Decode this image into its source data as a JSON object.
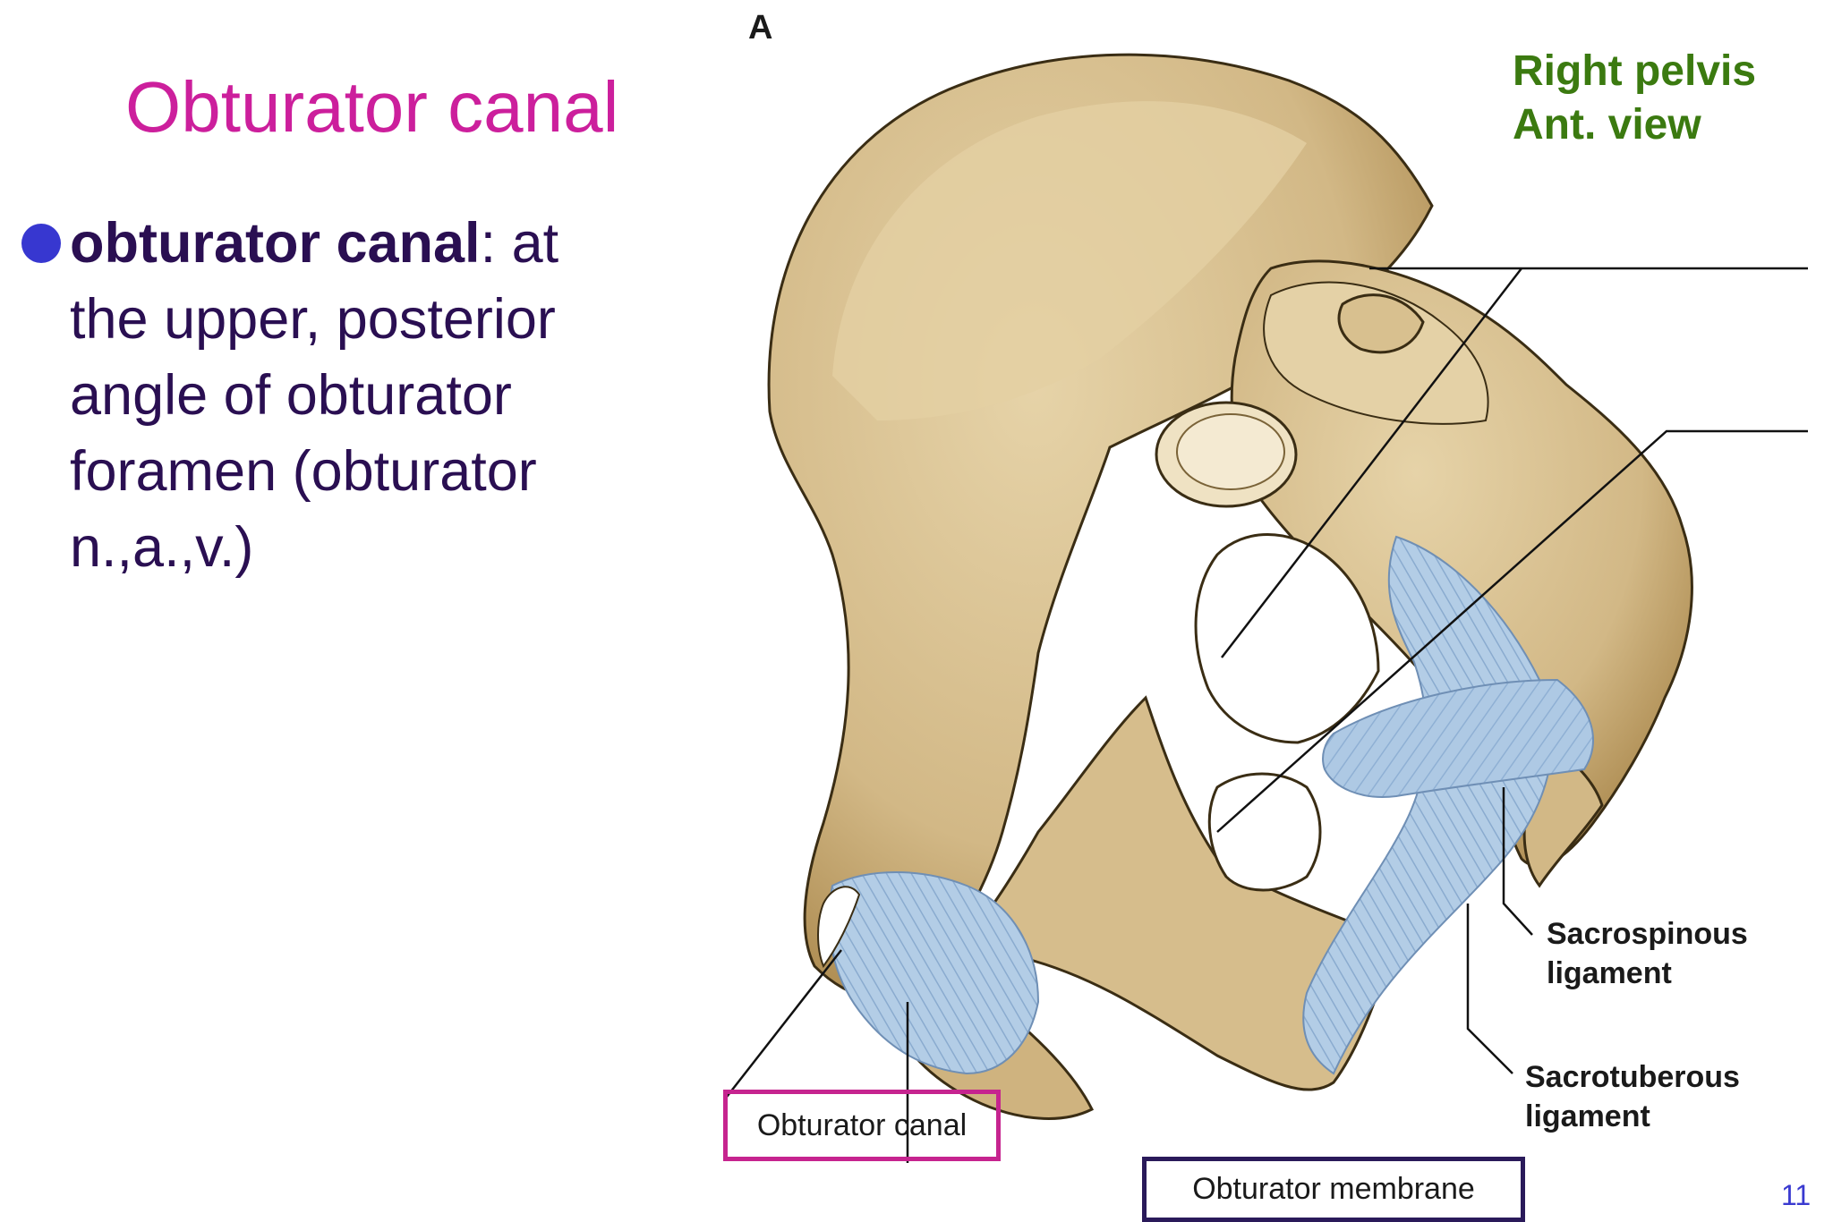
{
  "slide": {
    "title": "Obturator canal",
    "bullet": {
      "term": "obturator canal",
      "colon": ":",
      "description": "at the upper, posterior angle of obturator foramen (obturator n.,a.,v.)"
    },
    "page_number": "11"
  },
  "figure": {
    "panel_letter": "A",
    "view_line1": "Right pelvis",
    "view_line2": "Ant. view",
    "labels": {
      "sacrospinous": [
        "Sacrospinous",
        "ligament"
      ],
      "sacrotuberous": [
        "Sacrotuberous",
        "ligament"
      ],
      "obturator_canal": "Obturator canal",
      "obturator_membrane": "Obturator membrane"
    },
    "colors": {
      "bone": "#d9c293",
      "bone_shadow": "#b8995e",
      "ligament": "#aac6e2",
      "title_pink": "#cc1f9c",
      "view_green": "#3b7a10",
      "bullet_blue": "#3737d0"
    }
  }
}
